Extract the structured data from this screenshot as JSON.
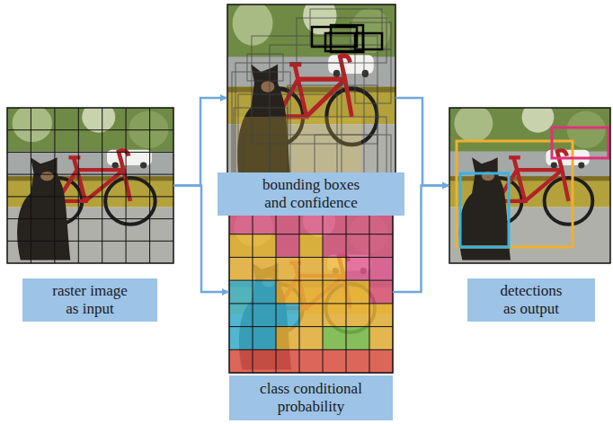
{
  "diagram": {
    "nodes": [
      {
        "text": [
          "raster image as input"
        ]
      },
      {
        "text": [
          "bounding boxes and confidence"
        ]
      },
      {
        "text": [
          "class conditional probability"
        ]
      },
      {
        "text": [
          "detections as output"
        ]
      }
    ],
    "edges": [
      {
        "from": 0,
        "to": 1,
        "arrow": "to"
      },
      {
        "from": 0,
        "to": 2,
        "arrow": "to"
      },
      {
        "from": 1,
        "to": 3,
        "arrow": "to"
      },
      {
        "from": 2,
        "to": 3,
        "arrow": "to"
      }
    ]
  }
}
